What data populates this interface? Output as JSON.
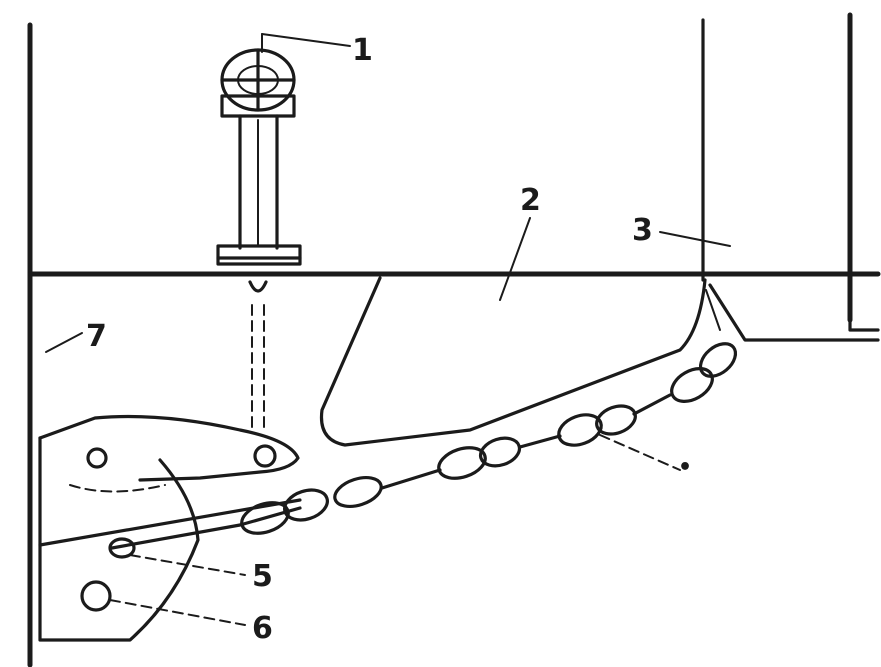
{
  "labels": {
    "l1": "1",
    "l2": "2",
    "l3": "3",
    "l4": "•",
    "l5": "5",
    "l6": "6",
    "l7": "7"
  },
  "colors": {
    "ink": "#1b1b1b",
    "paper": "#ffffff"
  }
}
